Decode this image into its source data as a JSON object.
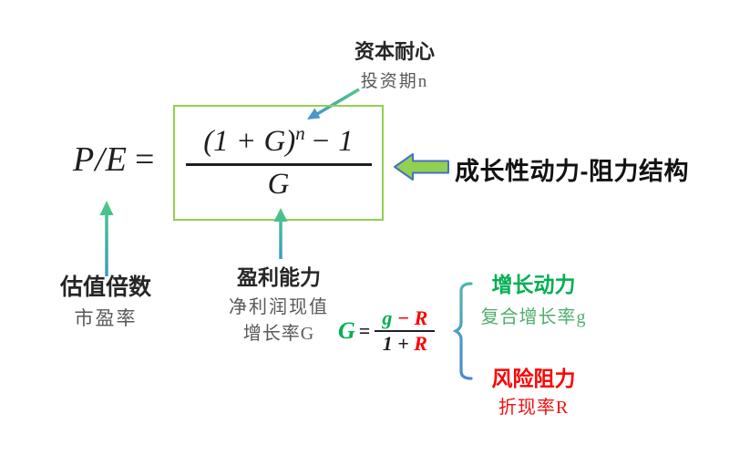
{
  "colors": {
    "box_border_green": "#92d050",
    "block_arrow_fill": "#92d050",
    "block_arrow_border": "#4472c4",
    "thin_arrow_green": "#4cc981",
    "thin_arrow_blue": "#4a8fd6",
    "brace_blue_top": "#4fb6b0",
    "brace_blue_bottom": "#4c86d8",
    "green_text": "#00b050",
    "green_text_light": "#4fae6e",
    "red_text": "#ff0000",
    "gray_text": "#595959",
    "black_text": "#1f1f1f"
  },
  "formula": {
    "lhs": "P/E",
    "equals": "=",
    "num_base": "(1 + G)",
    "num_exp": "n",
    "num_tail": "− 1",
    "denominator": "G"
  },
  "top_note": {
    "title": "资本耐心",
    "subtitle": "投资期n"
  },
  "right_note": {
    "label": "成长性动力-阻力结构"
  },
  "left_note": {
    "title": "估值倍数",
    "subtitle": "市盈率"
  },
  "bottom_note": {
    "title": "盈利能力",
    "line1": "净利润现值",
    "line2": "增长率G"
  },
  "g_formula": {
    "lhs": "G",
    "equals": "=",
    "num_g": "g",
    "num_minus": "−",
    "num_R": "R",
    "den_1": "1",
    "den_plus": "+",
    "den_R": "R"
  },
  "growth_note": {
    "title": "增长动力",
    "subtitle": "复合增长率g"
  },
  "risk_note": {
    "title": "风险阻力",
    "subtitle": "折现率R"
  }
}
